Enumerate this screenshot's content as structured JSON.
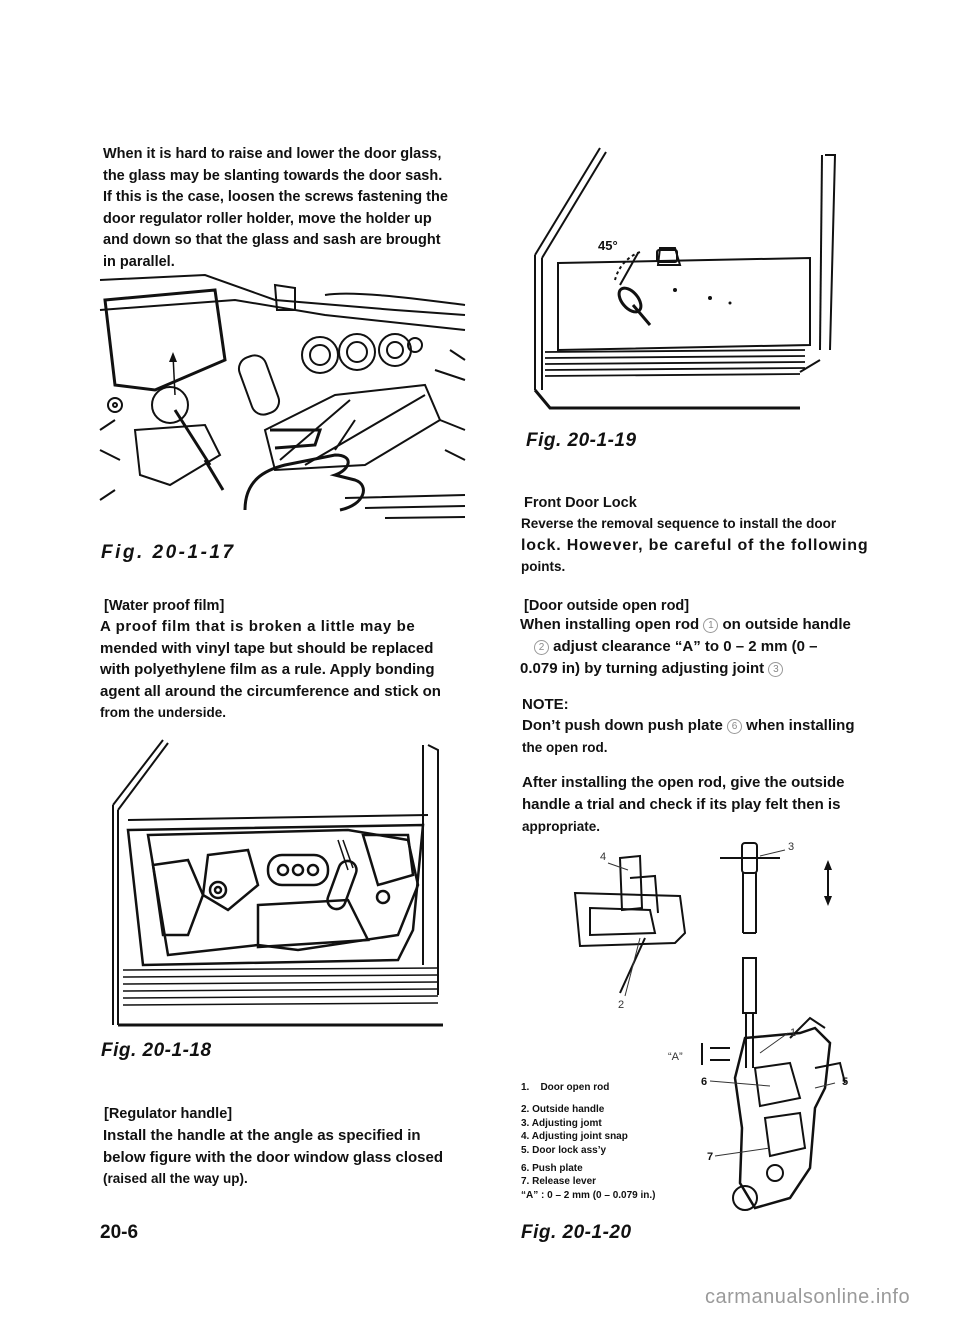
{
  "left": {
    "intro_lines": [
      "When it is hard to raise and lower the door glass,",
      "the glass may be slanting towards the door sash.",
      "If this is the case, loosen the screws fastening the",
      "door regulator roller holder, move the holder up",
      "and down so that the glass and sash are brought",
      "in parallel."
    ],
    "fig17_caption": "Fig. 20-1-17",
    "water_heading": "[Water proof film]",
    "water_lines": [
      "A proof film that is broken a little may be",
      "mended with vinyl tape but should be replaced",
      "with polyethylene film as a rule. Apply bonding",
      "agent all around the circumference and stick on",
      "from the underside."
    ],
    "fig18_caption": "Fig. 20-1-18",
    "regulator_heading": "[Regulator handle]",
    "regulator_lines": [
      "Install the handle at the angle as specified in",
      "below figure with the door window glass closed",
      "(raised all the way up)."
    ],
    "page_number": "20-6"
  },
  "right": {
    "fig19_angle": "45°",
    "fig19_caption": "Fig. 20-1-19",
    "lock_heading": "Front Door Lock",
    "lock_lines": [
      "Reverse the removal sequence to install the door",
      "lock. However, be careful of the following",
      "points."
    ],
    "rod_heading": "[Door outside open rod]",
    "rod_line1_a": "When installing open rod",
    "rod_c1": "1",
    "rod_line1_b": "on outside handle",
    "rod_c2": "2",
    "rod_line2_b": "adjust clearance “A” to 0 – 2 mm (0 –",
    "rod_line3_a": "0.079 in) by turning adjusting joint",
    "rod_c3": "3",
    "note_label": "NOTE:",
    "note_line1_a": "Don’t push down push plate",
    "note_c6": "6",
    "note_line1_b": "when installing",
    "note_line2": "the open rod.",
    "after_lines": [
      "After installing the open rod, give the outside",
      "handle a trial and check if its play felt then is",
      "appropriate."
    ],
    "fig20_labels": [
      "4",
      "3",
      "2",
      "1",
      "“A”",
      "6",
      "5",
      "7"
    ],
    "legend": [
      "1.    Door open rod",
      "2. Outside handle",
      "3. Adjusting jomt",
      "4. Adjusting joint snap",
      "5. Door lock ass’y",
      "6. Push plate",
      "7. Release lever",
      "“A” : 0 – 2 mm (0 – 0.079 in.)"
    ],
    "fig20_caption": "Fig. 20-1-20"
  },
  "watermark": "carmanualsonline.info"
}
